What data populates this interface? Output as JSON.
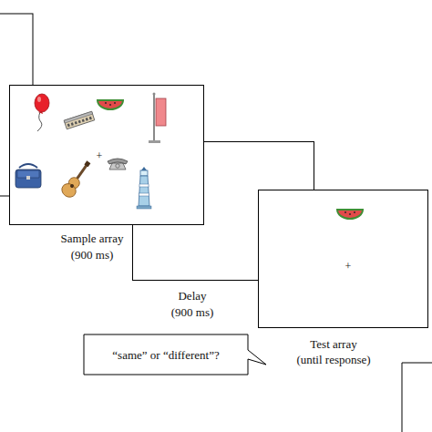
{
  "diagram": {
    "nodes": [
      {
        "text": [
          "+",
          "Sample array",
          "(900 ms)"
        ]
      },
      {
        "text": [
          "Delay",
          "(900 ms)"
        ]
      },
      {
        "text": [
          "+",
          "Test array",
          "(until response)"
        ]
      },
      {
        "text": [
          "“same” or “different”?"
        ]
      }
    ]
  }
}
